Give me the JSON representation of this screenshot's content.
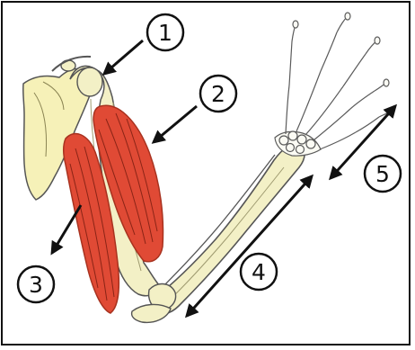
{
  "diagram": {
    "callouts": [
      {
        "label": "1",
        "target": "shoulder-joint"
      },
      {
        "label": "2",
        "target": "biceps-muscle"
      },
      {
        "label": "3",
        "target": "triceps-muscle"
      },
      {
        "label": "4",
        "target": "forearm-bones"
      },
      {
        "label": "5",
        "target": "hand-and-wrist"
      }
    ],
    "colors": {
      "bone_fill": "#f3f0c6",
      "bone_outline": "#545454",
      "scapula_fill": "#f6f1b8",
      "muscle_fill": "#e04a35",
      "muscle_dark": "#b7321f",
      "muscle_fibers": "#8a2416",
      "arrow": "#111111",
      "frame": "#111111"
    }
  }
}
